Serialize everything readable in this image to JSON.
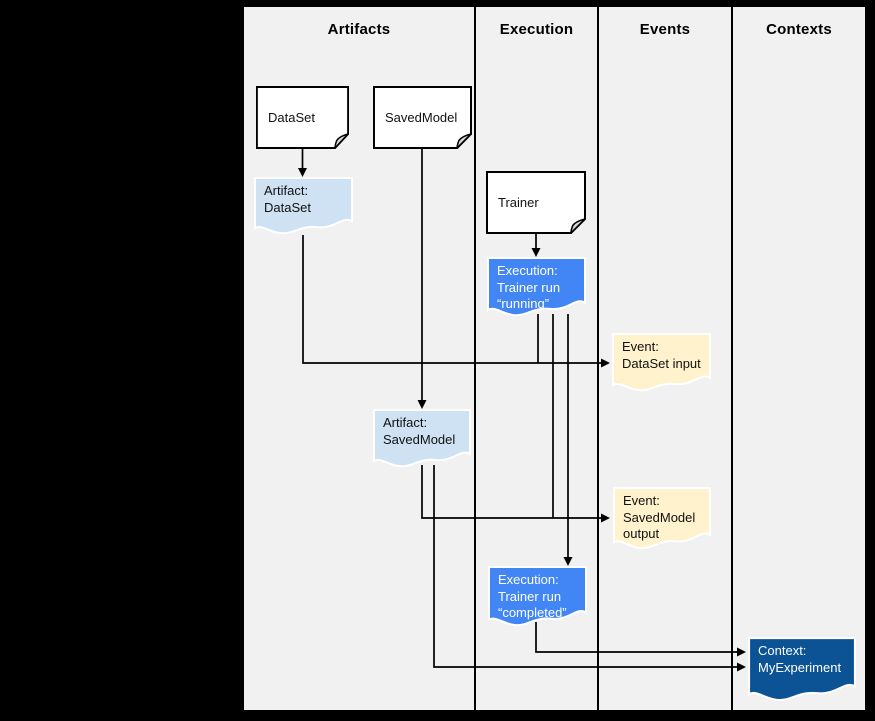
{
  "columns": [
    {
      "label": "Artifacts"
    },
    {
      "label": "Execution"
    },
    {
      "label": "Events"
    },
    {
      "label": "Contexts"
    }
  ],
  "nodes": {
    "dataset": {
      "shape": "document",
      "label": "DataSet"
    },
    "savedmodel": {
      "shape": "document",
      "label": "SavedModel"
    },
    "trainer": {
      "shape": "document",
      "label": "Trainer"
    },
    "artifact_dataset": {
      "shape": "tape",
      "fill": "#cfe2f3",
      "lines": [
        "Artifact:",
        "DataSet"
      ]
    },
    "execution_running": {
      "shape": "tape",
      "fill": "#4285f4",
      "lines": [
        "Execution:",
        "Trainer run",
        "“running”"
      ]
    },
    "event_dataset_input": {
      "shape": "tape",
      "fill": "#fff2cc",
      "lines": [
        "Event:",
        "DataSet input"
      ]
    },
    "artifact_savedmodel": {
      "shape": "tape",
      "fill": "#cfe2f3",
      "lines": [
        "Artifact:",
        "SavedModel"
      ]
    },
    "event_savedmodel_output": {
      "shape": "tape",
      "fill": "#fff2cc",
      "lines": [
        "Event:",
        "SavedModel",
        "output"
      ]
    },
    "execution_completed": {
      "shape": "tape",
      "fill": "#4285f4",
      "lines": [
        "Execution:",
        "Trainer run",
        "“completed”"
      ]
    },
    "context_myexperiment": {
      "shape": "tape",
      "fill": "#0b5394",
      "lines": [
        "Context:",
        "MyExperiment"
      ]
    }
  },
  "edges": [
    {
      "from": "dataset",
      "to": "artifact_dataset"
    },
    {
      "from": "savedmodel",
      "to": "artifact_savedmodel"
    },
    {
      "from": "trainer",
      "to": "execution_running"
    },
    {
      "from": "artifact_dataset",
      "to": "event_dataset_input"
    },
    {
      "from": "execution_running",
      "to": "event_dataset_input"
    },
    {
      "from": "execution_running",
      "to": "event_savedmodel_output"
    },
    {
      "from": "execution_running",
      "to": "execution_completed"
    },
    {
      "from": "artifact_savedmodel",
      "to": "event_savedmodel_output"
    },
    {
      "from": "artifact_savedmodel",
      "to": "context_myexperiment"
    },
    {
      "from": "execution_completed",
      "to": "context_myexperiment"
    }
  ],
  "colors": {
    "canvas_background": "#000000",
    "lane_background": "#f1f1f2",
    "line": "#000000",
    "document_fill": "#ffffff",
    "artifact_fill": "#cfe2f3",
    "execution_fill": "#4285f4",
    "event_fill": "#fff2cc",
    "context_fill": "#0b5394",
    "light_text": "#ffffff",
    "dark_text": "#111111"
  }
}
